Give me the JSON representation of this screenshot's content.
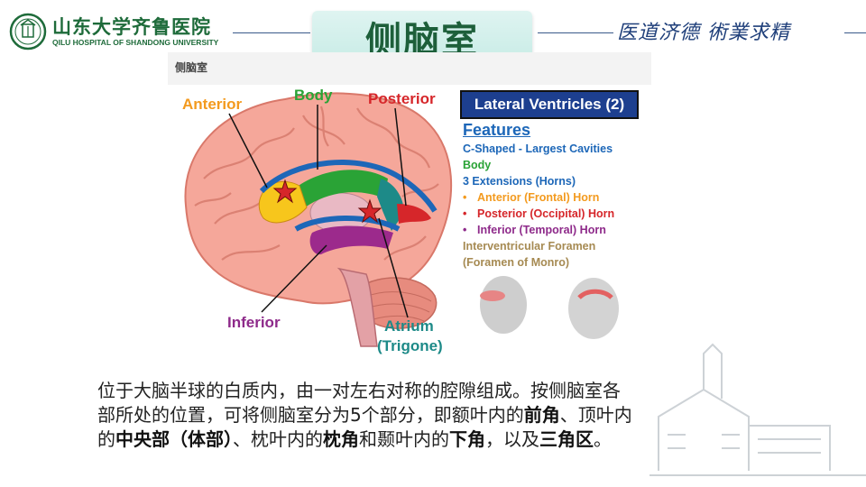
{
  "header": {
    "logo_cn": "山东大学齐鲁医院",
    "logo_en": "QILU HOSPITAL OF SHANDONG UNIVERSITY",
    "title": "侧脑室",
    "motto": "医道济德 術業求精"
  },
  "figure": {
    "header_label": "侧脑室",
    "labels": {
      "anterior": "Anterior",
      "body": "Body",
      "posterior": "Posterior",
      "inferior": "Inferior",
      "atrium": "Atrium",
      "trigone": "(Trigone)"
    },
    "panel_title": "Lateral Ventricles (2)",
    "features_title": "Features",
    "features": [
      {
        "text": "C-Shaped - Largest Cavities",
        "color": "#1d67b8"
      },
      {
        "text": "Body",
        "color": "#2aa336"
      },
      {
        "text": "3 Extensions (Horns)",
        "color": "#1d67b8"
      }
    ],
    "horns": [
      {
        "text": "Anterior (Frontal) Horn",
        "color": "#f39a1e"
      },
      {
        "text": "Posterior (Occipital) Horn",
        "color": "#d6262a"
      },
      {
        "text": "Inferior (Temporal) Horn",
        "color": "#8e2a8a"
      }
    ],
    "foramen": [
      "Interventricular Foramen",
      "(Foramen of Monro)"
    ],
    "foramen_color": "#a68a52",
    "colors": {
      "anterior": "#f39a1e",
      "body": "#2aa336",
      "posterior": "#d6262a",
      "inferior": "#9c2a8c",
      "atrium": "#1d8a88"
    }
  },
  "body_text": {
    "line1": "位于大脑半球的白质内，由一对左右对称的腔隙组成。按侧脑室各",
    "line2a": "部所处的位置，可将侧脑室分为5个部分，即额叶内的",
    "line2b": "前角",
    "line2c": "、顶叶内",
    "line3a": "的",
    "line3b": "中央部（体部）",
    "line3c": "、枕叶内的",
    "line3d": "枕角",
    "line3e": "和颞叶内的",
    "line3f": "下角",
    "line3g": "，以及",
    "line3h": "三角区",
    "line3i": "。"
  }
}
